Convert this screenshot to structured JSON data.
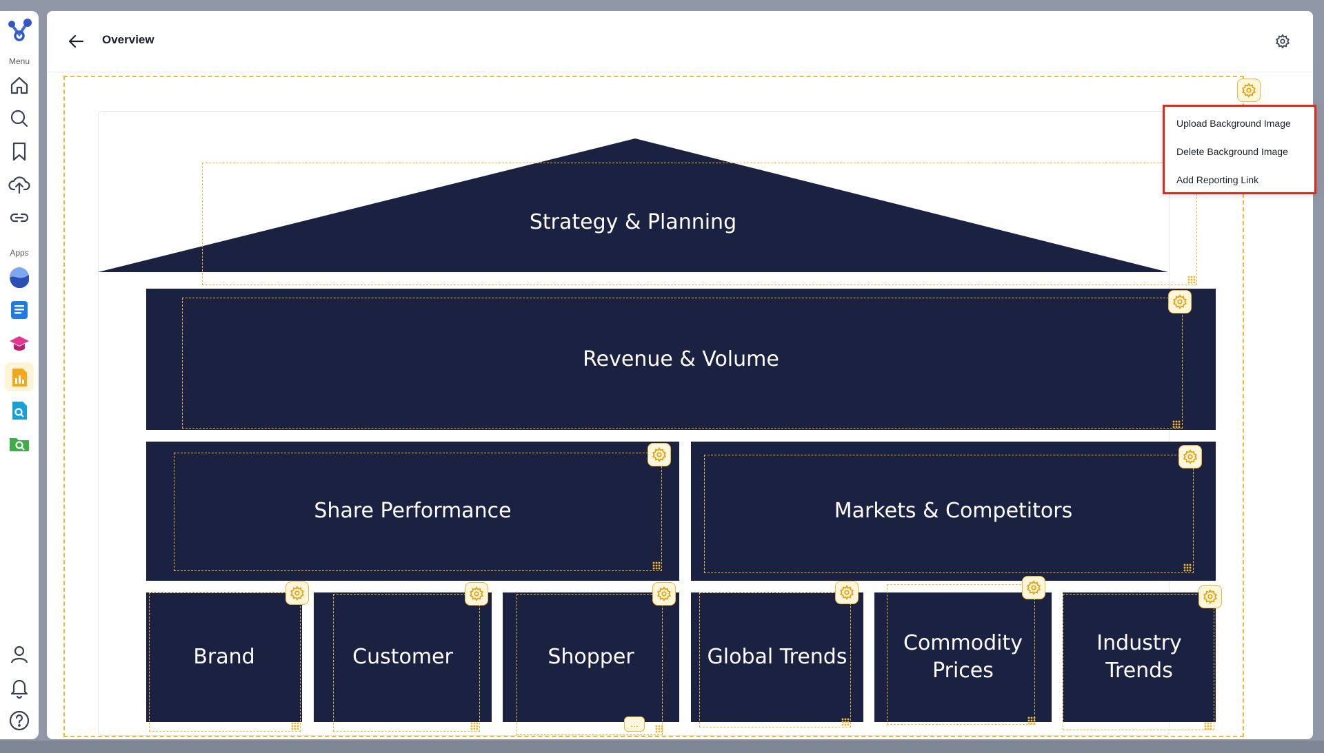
{
  "rail": {
    "menu_label": "Menu",
    "apps_label": "Apps",
    "nav_icons": [
      "home-icon",
      "search-icon",
      "bookmark-icon",
      "upload-cloud-icon",
      "link-icon"
    ],
    "app_icons": [
      "wave-app-icon",
      "document-app-icon",
      "graduation-cap-app-icon",
      "bar-chart-app-icon",
      "file-search-app-icon",
      "folder-search-app-icon"
    ],
    "bottom_icons": [
      "user-icon",
      "bell-icon",
      "help-icon"
    ]
  },
  "header": {
    "title": "Overview"
  },
  "menu": {
    "items": [
      "Upload Background Image",
      "Delete Background Image",
      "Add Reporting Link"
    ]
  },
  "house": {
    "roof": "Strategy & Planning",
    "floor1": "Revenue & Volume",
    "floor2": [
      "Share Performance",
      "Markets & Competitors"
    ],
    "pillars": [
      "Brand",
      "Customer",
      "Shopper",
      "Global Trends",
      "Commodity\nPrices",
      "Industry\nTrends"
    ]
  },
  "colors": {
    "block": "#1b2141",
    "dashed_outline": "#f2b733",
    "menu_highlight_border": "#e0281b"
  },
  "bottom_handle_text": "…"
}
